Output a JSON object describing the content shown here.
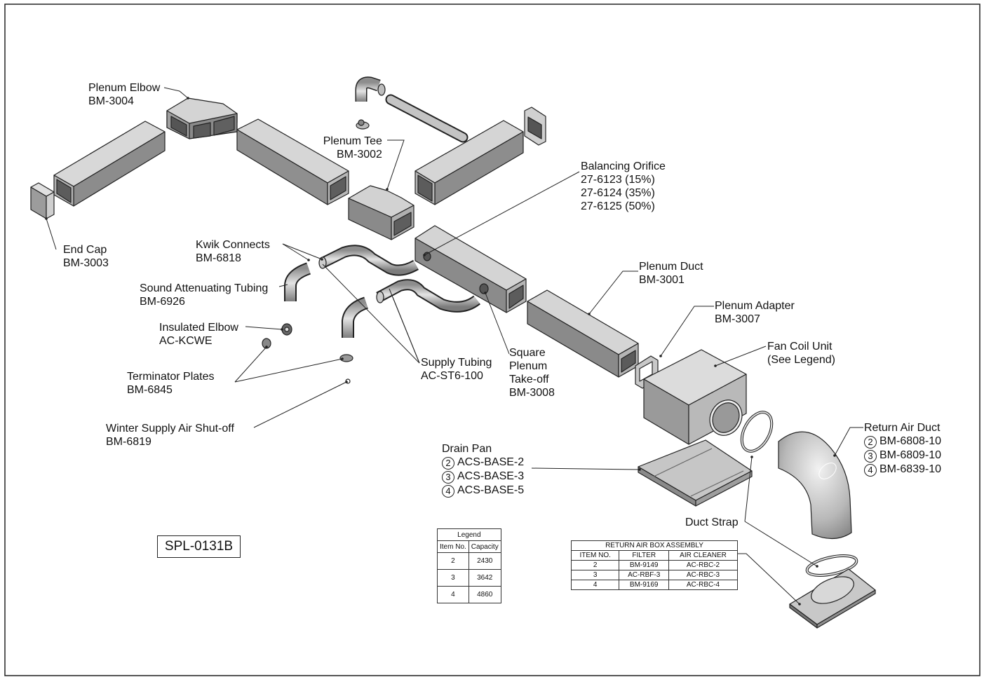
{
  "labels": {
    "plenum_elbow": [
      "Plenum Elbow",
      "BM-3004"
    ],
    "plenum_tee": [
      "Plenum Tee",
      "BM-3002"
    ],
    "end_cap": [
      "End Cap",
      "BM-3003"
    ],
    "balancing_orifice": [
      "Balancing Orifice",
      "27-6123 (15%)",
      "27-6124 (35%)",
      "27-6125 (50%)"
    ],
    "kwik_connects": [
      "Kwik Connects",
      "BM-6818"
    ],
    "sound_tubing": [
      "Sound Attenuating Tubing",
      "BM-6926"
    ],
    "insulated_elbow": [
      "Insulated Elbow",
      "AC-KCWE"
    ],
    "terminator_plates": [
      "Terminator Plates",
      "BM-6845"
    ],
    "winter_shutoff": [
      "Winter Supply Air Shut-off",
      "BM-6819"
    ],
    "supply_tubing": [
      "Supply Tubing",
      "AC-ST6-100"
    ],
    "square_takeoff": [
      "Square",
      "Plenum",
      "Take-off",
      "BM-3008"
    ],
    "plenum_duct": [
      "Plenum Duct",
      "BM-3001"
    ],
    "plenum_adapter": [
      "Plenum Adapter",
      "BM-3007"
    ],
    "fan_coil": [
      "Fan Coil Unit",
      "(See Legend)"
    ],
    "return_air_duct": {
      "title": "Return Air Duct",
      "items": [
        {
          "num": "2",
          "code": "BM-6808-10"
        },
        {
          "num": "3",
          "code": "BM-6809-10"
        },
        {
          "num": "4",
          "code": "BM-6839-10"
        }
      ]
    },
    "drain_pan": {
      "title": "Drain Pan",
      "items": [
        {
          "num": "2",
          "code": "ACS-BASE-2"
        },
        {
          "num": "3",
          "code": "ACS-BASE-3"
        },
        {
          "num": "4",
          "code": "ACS-BASE-5"
        }
      ]
    },
    "duct_strap": "Duct Strap"
  },
  "drawing_number": "SPL-0131B",
  "legend": {
    "title": "Legend",
    "headers": [
      "Item No.",
      "Capacity"
    ],
    "rows": [
      [
        "2",
        "2430"
      ],
      [
        "3",
        "3642"
      ],
      [
        "4",
        "4860"
      ]
    ]
  },
  "return_air_box": {
    "title": "RETURN AIR BOX ASSEMBLY",
    "headers": [
      "ITEM NO.",
      "FILTER",
      "AIR CLEANER"
    ],
    "rows": [
      [
        "2",
        "BM-9149",
        "AC-RBC-2"
      ],
      [
        "3",
        "AC-RBF-3",
        "AC-RBC-3"
      ],
      [
        "4",
        "BM-9169",
        "AC-RBC-4"
      ]
    ]
  },
  "colors": {
    "part_light": "#c9c9c9",
    "part_mid": "#9a9a9a",
    "part_dark": "#6e6e6e",
    "line": "#222222",
    "border": "#333333"
  }
}
